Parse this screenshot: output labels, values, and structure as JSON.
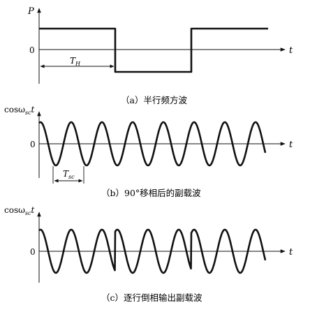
{
  "panels": [
    {
      "y_label": "P",
      "zero_label": "0",
      "t_label": "t",
      "period_label": "T",
      "period_sub": "H",
      "caption": "（a）半行频方波"
    },
    {
      "y_label_main": "cosω",
      "y_label_sub": "sc",
      "y_label_tail": "t",
      "zero_label": "0",
      "t_label": "t",
      "period_label": "T",
      "period_sub": "sc",
      "caption": "（b）90°移相后的副载波"
    },
    {
      "y_label_main": "cosω",
      "y_label_sub": "sc",
      "y_label_tail": "t",
      "zero_label": "0",
      "t_label": "t",
      "caption": "（c）逐行倒相输出副载波"
    }
  ]
}
